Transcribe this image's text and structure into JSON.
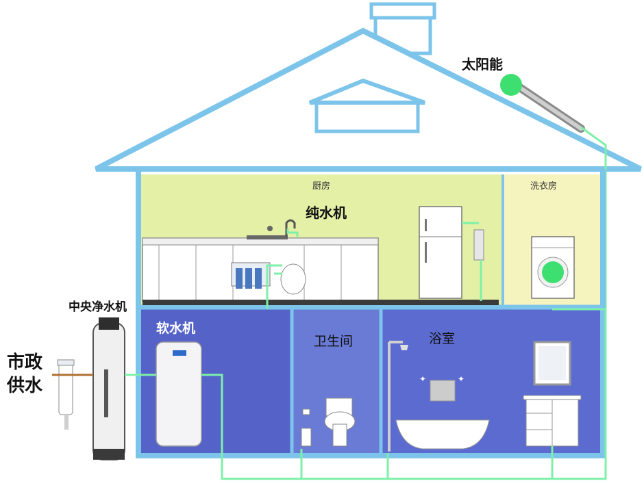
{
  "labels": {
    "solar": "太阳能",
    "kitchen": "厨房",
    "laundry": "洗衣房",
    "ro_purifier": "纯水机",
    "central_purifier": "中央净水机",
    "softener": "软水机",
    "toilet_room": "卫生间",
    "bathroom": "浴室",
    "municipal_line1": "市政",
    "municipal_line2": "供水"
  },
  "colors": {
    "house_outline": "#7cc4ea",
    "roof_fill": "#ffffff",
    "kitchen_wall": "#e3f0a6",
    "laundry_wall": "#f6f4be",
    "lower_rooms": "#5563c9",
    "toilet_room": "#6a7bd6",
    "water_pipe": "#7df0a8",
    "solar_ball": "#3de070"
  }
}
